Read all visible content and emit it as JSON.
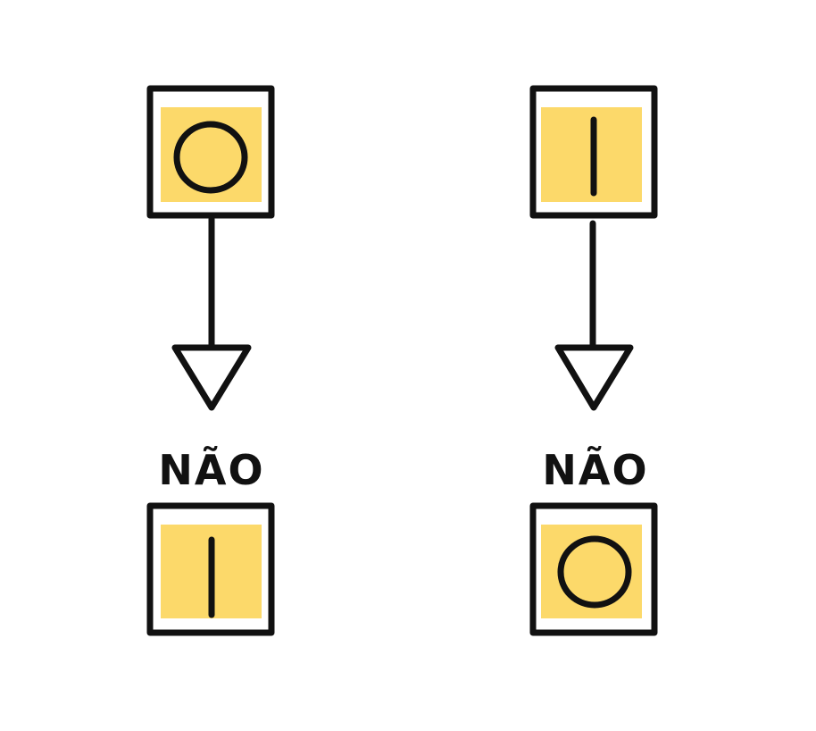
{
  "gates": [
    {
      "input_symbol": "circle-symbol",
      "label": "NÃO",
      "output_symbol": "bar-symbol"
    },
    {
      "input_symbol": "bar-symbol",
      "label": "NÃO",
      "output_symbol": "circle-symbol"
    }
  ],
  "colors": {
    "fill": "#FCD96A",
    "stroke": "#111111",
    "background": "#FFFFFF"
  }
}
